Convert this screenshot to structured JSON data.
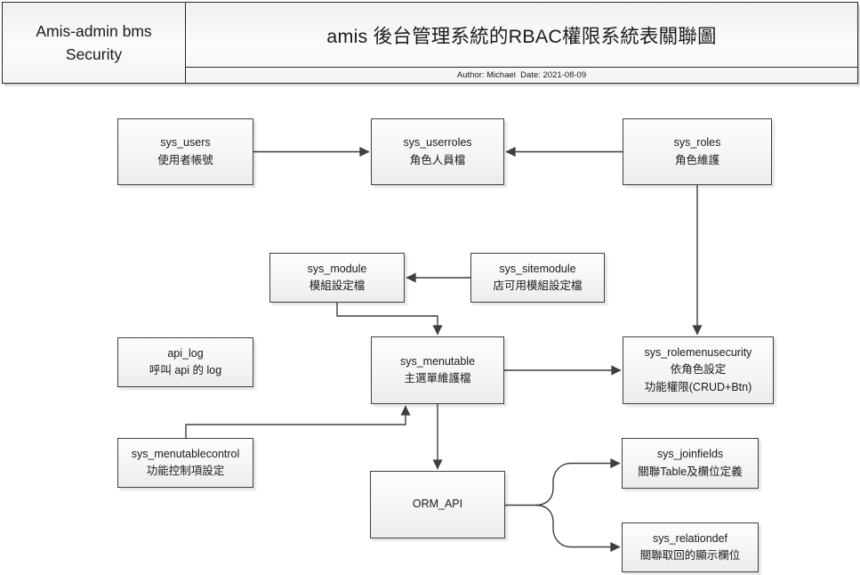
{
  "header": {
    "project": "Amis-admin bms Security",
    "title": "amis 後台管理系統的RBAC權限系統表關聯圖",
    "meta": "Author: Michael  Date: 2021-08-09"
  },
  "diagram": {
    "nodes": [
      {
        "id": "sys_users",
        "title": "sys_users",
        "desc": [
          "使用者帳號"
        ]
      },
      {
        "id": "sys_userroles",
        "title": "sys_userroles",
        "desc": [
          "角色人員檔"
        ]
      },
      {
        "id": "sys_roles",
        "title": "sys_roles",
        "desc": [
          "角色維護"
        ]
      },
      {
        "id": "sys_module",
        "title": "sys_module",
        "desc": [
          "模組設定檔"
        ]
      },
      {
        "id": "sys_sitemodule",
        "title": "sys_sitemodule",
        "desc": [
          "店可用模組設定檔"
        ]
      },
      {
        "id": "api_log",
        "title": "api_log",
        "desc": [
          "呼叫 api 的 log"
        ]
      },
      {
        "id": "sys_menutable",
        "title": "sys_menutable",
        "desc": [
          "主選單維護檔"
        ]
      },
      {
        "id": "sys_rolemenusecurity",
        "title": "sys_rolemenusecurity",
        "desc": [
          "依角色設定",
          "功能權限(CRUD+Btn)"
        ]
      },
      {
        "id": "sys_menutablecontrol",
        "title": "sys_menutablecontrol",
        "desc": [
          "功能控制項設定"
        ]
      },
      {
        "id": "ORM_API",
        "title": "ORM_API",
        "desc": []
      },
      {
        "id": "sys_joinfields",
        "title": "sys_joinfields",
        "desc": [
          "關聯Table及欄位定義"
        ]
      },
      {
        "id": "sys_relationdef",
        "title": "sys_relationdef",
        "desc": [
          "關聯取回的顯示欄位"
        ]
      }
    ],
    "edges": [
      {
        "from": "sys_users",
        "to": "sys_userroles"
      },
      {
        "from": "sys_roles",
        "to": "sys_userroles"
      },
      {
        "from": "sys_sitemodule",
        "to": "sys_module"
      },
      {
        "from": "sys_module",
        "to": "sys_menutable"
      },
      {
        "from": "sys_roles",
        "to": "sys_rolemenusecurity"
      },
      {
        "from": "sys_menutable",
        "to": "sys_rolemenusecurity"
      },
      {
        "from": "sys_menutablecontrol",
        "to": "sys_menutable"
      },
      {
        "from": "sys_menutable",
        "to": "ORM_API"
      },
      {
        "from": "ORM_API",
        "to": "sys_joinfields"
      },
      {
        "from": "ORM_API",
        "to": "sys_relationdef"
      }
    ]
  },
  "colors": {
    "line": "#3f3f3f",
    "border": "#2b2b2b",
    "box_fill_top": "#fdfdfd",
    "box_fill_bottom": "#ececec",
    "background": "#ffffff"
  }
}
